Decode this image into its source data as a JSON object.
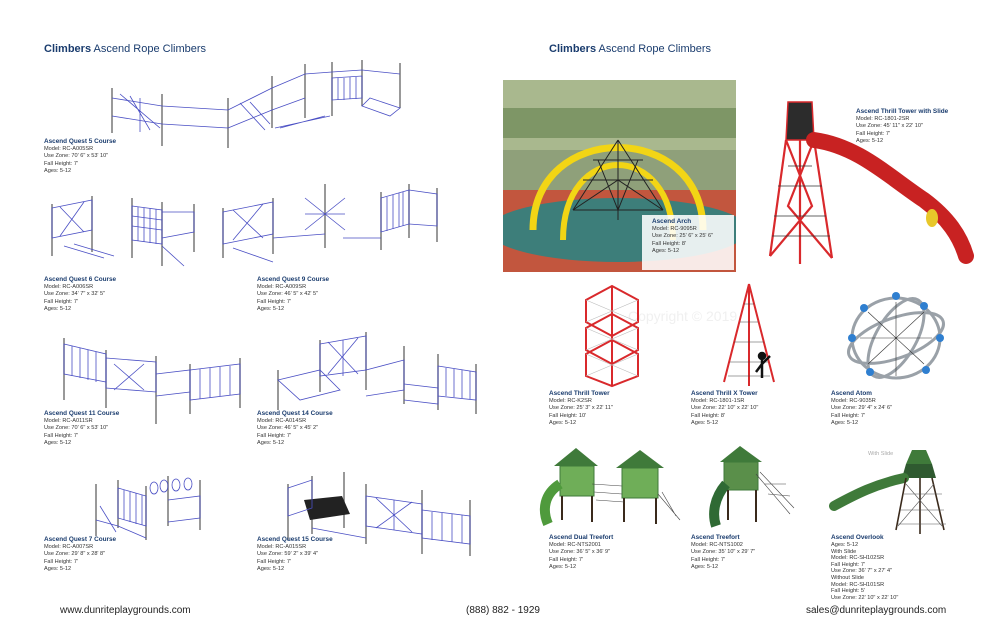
{
  "left_page": {
    "title_bold": "Climbers",
    "title_rest": " Ascend Rope Climbers",
    "products": [
      {
        "name": "Ascend Quest 5 Course",
        "model": "Model: RC-A005SR",
        "zone": "Use Zone: 70' 6\" x 53' 10\"",
        "fall": "Fall Height: 7'",
        "ages": "Ages: 5-12"
      },
      {
        "name": "Ascend Quest 6 Course",
        "model": "Model: RC-A006SR",
        "zone": "Use Zone: 34' 7\" x 32' 5\"",
        "fall": "Fall Height: 7'",
        "ages": "Ages: 5-12"
      },
      {
        "name": "Ascend Quest 9 Course",
        "model": "Model: RC-A009SR",
        "zone": "Use Zone: 46' 5\" x 42' 5\"",
        "fall": "Fall Height: 7'",
        "ages": "Ages: 5-12"
      },
      {
        "name": "Ascend Quest 11 Course",
        "model": "Model: RC-A011SR",
        "zone": "Use Zone: 70' 6\" x 53' 10\"",
        "fall": "Fall Height: 7'",
        "ages": "Ages: 5-12"
      },
      {
        "name": "Ascend Quest 14 Course",
        "model": "Model: RC-A014SR",
        "zone": "Use Zone: 46' 5\" x 45' 2\"",
        "fall": "Fall Height: 7'",
        "ages": "Ages: 5-12"
      },
      {
        "name": "Ascend Quest 7 Course",
        "model": "Model: RC-A007SR",
        "zone": "Use Zone: 29' 8\" x 28' 8\"",
        "fall": "Fall Height: 7'",
        "ages": "Ages: 5-12"
      },
      {
        "name": "Ascend Quest 15 Course",
        "model": "Model: RC-A015SR",
        "zone": "Use Zone: 59' 2\" x 39' 4\"",
        "fall": "Fall Height: 7'",
        "ages": "Ages: 5-12"
      }
    ]
  },
  "right_page": {
    "title_bold": "Climbers",
    "title_rest": " Ascend Rope Climbers",
    "watermark": "Copyright © 2019",
    "products": [
      {
        "name": "Ascend Arch",
        "model": "Model: RC-9095R",
        "zone": "Use Zone: 25' 6\" x 25' 6\"",
        "fall": "Fall Height: 8'",
        "ages": "Ages: 5-12"
      },
      {
        "name": "Ascend Thrill Tower with Slide",
        "model": "Model: RC-1801-2SR",
        "zone": "Use Zone: 45' 11\" x 22' 10\"",
        "fall": "Fall Height: 7'",
        "ages": "Ages: 5-12"
      },
      {
        "name": "Ascend Thrill Tower",
        "model": "Model: RC-K2SR",
        "zone": "Use Zone: 25' 3\" x 22' 11\"",
        "fall": "Fall Height: 10'",
        "ages": "Ages: 5-12"
      },
      {
        "name": "Ascend Thrill X Tower",
        "model": "Model: RC-1801-1SR",
        "zone": "Use Zone: 22' 10\" x 22' 10\"",
        "fall": "Fall Height: 8'",
        "ages": "Ages: 5-12"
      },
      {
        "name": "Ascend Atom",
        "model": "Model: RC-9035R",
        "zone": "Use Zone: 29' 4\" x 24' 6\"",
        "fall": "Fall Height: 7'",
        "ages": "Ages: 5-12"
      },
      {
        "name": "Ascend Dual Treefort",
        "model": "Model: RC-NTS2001",
        "zone": "Use Zone: 36' 5\" x 36' 9\"",
        "fall": "Fall Height: 7'",
        "ages": "Ages: 5-12"
      },
      {
        "name": "Ascend Treefort",
        "model": "Model: RC-NTS1002",
        "zone": "Use Zone: 35' 10\" x 29' 7\"",
        "fall": "Fall Height: 7'",
        "ages": "Ages: 5-12"
      }
    ],
    "overlook": {
      "label": "With Slide",
      "name": "Ascend Overlook",
      "ages": "Ages: 5-12",
      "with_slide": "With Slide",
      "with_model": "Model: RC-SH102SR",
      "with_fall": "Fall Height: 7'",
      "with_zone": "Use Zone: 36' 7\" x 27' 4\"",
      "without_slide": "Without Slide",
      "without_model": "Model: RC-SH101SR",
      "without_fall": "Fall Height: 5'",
      "without_zone": "Use Zone: 22' 10\" x 22' 10\""
    }
  },
  "footer": {
    "website": "www.dunriteplaygrounds.com",
    "phone": "(888) 882 - 1929",
    "email": "sales@dunriteplaygrounds.com"
  },
  "colors": {
    "title": "#1a3c6e",
    "net": "#4a4fc4",
    "tower_red": "#d9292c",
    "slide_green": "#3f7a3a",
    "atom_blue": "#2f7fd0",
    "arch_yellow": "#f2d515"
  }
}
